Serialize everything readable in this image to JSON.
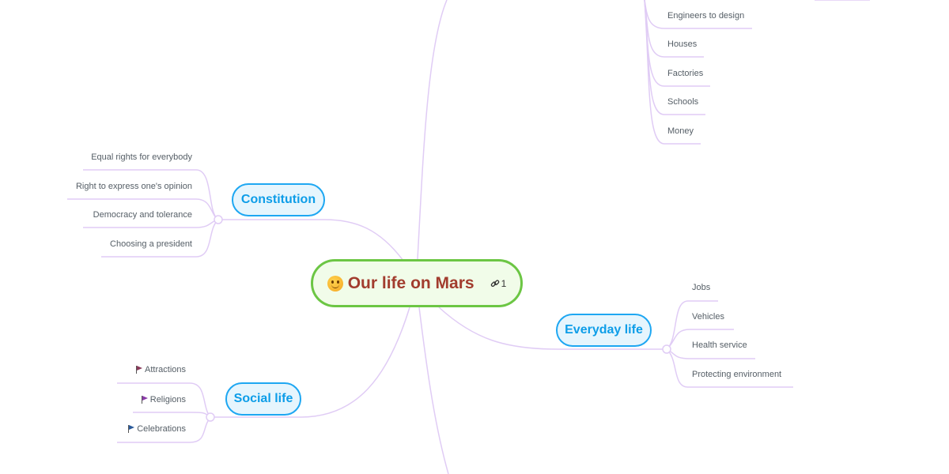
{
  "root": {
    "emoji": "smiley-face",
    "title": "Our life on Mars",
    "link_count": "1"
  },
  "branches": {
    "constitution": {
      "label": "Constitution",
      "items": [
        "Equal rights for everybody",
        "Right to express one's opinion",
        "Democracy and tolerance",
        "Choosing a president"
      ]
    },
    "social_life": {
      "label": "Social life",
      "items": [
        {
          "label": "Attractions",
          "flag_color": "#8a3a5a"
        },
        {
          "label": "Religions",
          "flag_color": "#8a3aa8"
        },
        {
          "label": "Celebrations",
          "flag_color": "#2a5a9a"
        }
      ]
    },
    "everyday_life": {
      "label": "Everyday life",
      "items": [
        "Jobs",
        "Vehicles",
        "Health service",
        "Protecting environment"
      ]
    },
    "top_right": {
      "items": [
        "Engineers to design",
        "Houses",
        "Factories",
        "Schools",
        "Money"
      ]
    }
  },
  "colors": {
    "root_border": "#6cc644",
    "root_fill": "#f1fce9",
    "root_text": "#a23c2e",
    "branch_border": "#1ea7f2",
    "branch_fill": "#e6f5fd",
    "connector": "#e0ccf5"
  }
}
